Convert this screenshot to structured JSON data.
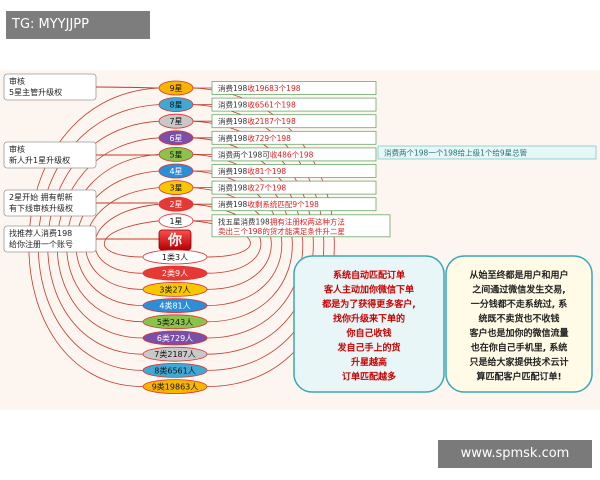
{
  "watermark_top": "TG: MYYJJPP",
  "watermark_bottom": "www.spmsk.com",
  "you_label": "你",
  "left_notes": [
    {
      "line1": "审核",
      "line2": "5星主管升级权"
    },
    {
      "line1": "审核",
      "line2": "新人升1星升级权"
    },
    {
      "line1": "2星开始 拥有帮新",
      "line2": "有下线审核升级权"
    },
    {
      "line1": "找推荐人消费198",
      "line2": "给你注册一个账号"
    }
  ],
  "stars": [
    {
      "label": "9星",
      "color": "#f7b500",
      "income_prefix": "消费198",
      "income_red": "收19683个198"
    },
    {
      "label": "8星",
      "color": "#3fa9d6",
      "income_prefix": "消费198",
      "income_red": "收6561个198"
    },
    {
      "label": "7星",
      "color": "#c8c8c8",
      "income_prefix": "消费198",
      "income_red": "收2187个198"
    },
    {
      "label": "6星",
      "color": "#7a4fa8",
      "income_prefix": "消费198",
      "income_red": "收729个198"
    },
    {
      "label": "5星",
      "color": "#8bc34a",
      "income_prefix": "消费两个198可",
      "income_red": "收486个198"
    },
    {
      "label": "4星",
      "color": "#2d8ed8",
      "income_prefix": "消费198",
      "income_red": "收81个198"
    },
    {
      "label": "3星",
      "color": "#f7c800",
      "income_prefix": "消费198",
      "income_red": "收27个198"
    },
    {
      "label": "2星",
      "color": "#e53935",
      "income_prefix": "消费198",
      "income_red": "收剩系统匹配9个198"
    },
    {
      "label": "1星",
      "color": "#ffffff",
      "income_prefix": "找五星消费198",
      "income_red": "拥有注册权两这种方法",
      "income_line2": "卖出三个198的货才能满足条件升二星"
    }
  ],
  "five_star_note": "消费两个198一个198给上级1个给9星总管",
  "generations": [
    {
      "label": "1类3人",
      "color": "#ffffff"
    },
    {
      "label": "2类9人",
      "color": "#e53935"
    },
    {
      "label": "3类27人",
      "color": "#f7c800"
    },
    {
      "label": "4类81人",
      "color": "#2d8ed8"
    },
    {
      "label": "5类243人",
      "color": "#8bc34a"
    },
    {
      "label": "6类729人",
      "color": "#7a4fa8"
    },
    {
      "label": "7类2187人",
      "color": "#c8c8c8"
    },
    {
      "label": "8类6561人",
      "color": "#3fa9d6"
    },
    {
      "label": "9类19863人",
      "color": "#f7b500"
    }
  ],
  "middle_note": {
    "lines": [
      "系统自动匹配订单",
      "客人主动加你微信下单",
      "都是为了获得更多客户,",
      "找你升级来下单的",
      "你自己收钱",
      "发自己手上的货",
      "升星越高",
      "订单匹配越多"
    ]
  },
  "right_note": {
    "lines": [
      "从始至终都是用户和用户",
      "之间通过微信发生交易,",
      "一分钱都不走系统过, 系",
      "统既不卖货也不收钱",
      "客户也是加你的微信流量",
      "也在你自己手机里, 系统",
      "只是给大家提供技术云计",
      "算匹配客户匹配订单!"
    ]
  }
}
